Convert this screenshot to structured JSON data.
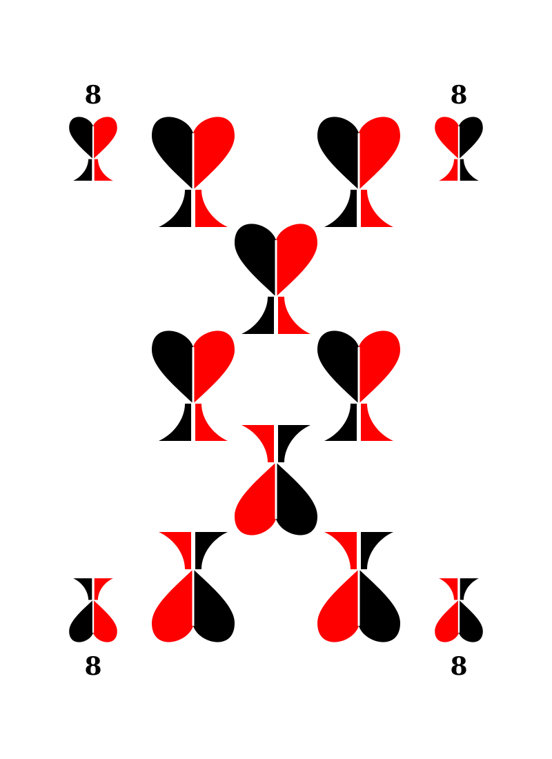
{
  "card": {
    "rank": "8",
    "suit_icon": "split-heart-goblet-icon",
    "colors": {
      "primary": "#000000",
      "accent": "#ff0000",
      "divider": "#ffffff",
      "background": "#ffffff"
    },
    "corner_ranks": [
      "8",
      "8",
      "8",
      "8"
    ],
    "pip_count": 8
  }
}
